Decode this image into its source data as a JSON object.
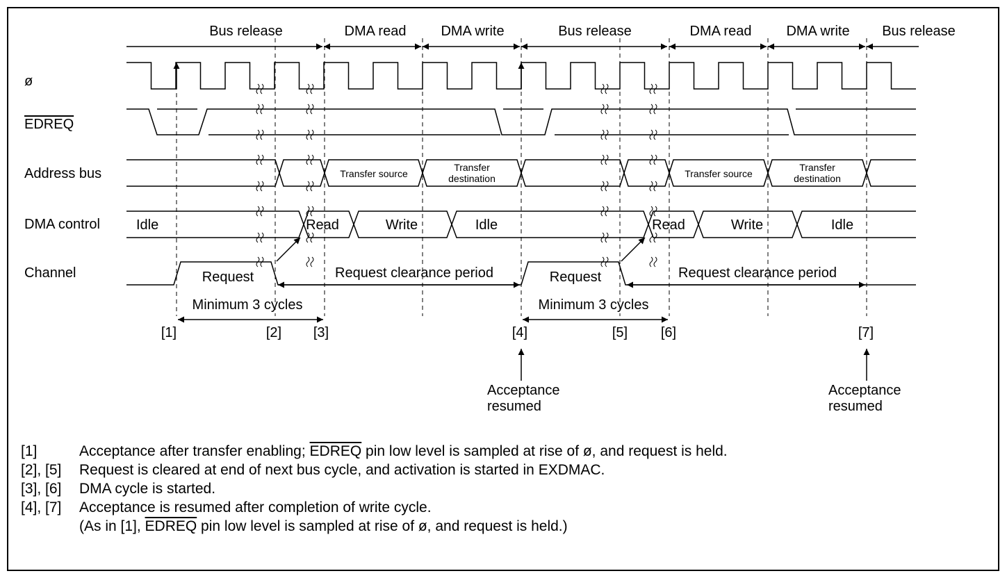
{
  "phases": [
    "Bus release",
    "DMA read",
    "DMA write",
    "Bus release",
    "DMA read",
    "DMA write",
    "Bus release"
  ],
  "signals": {
    "clock": "ø",
    "edreq": "EDREQ",
    "address_bus": "Address bus",
    "dma_control": "DMA control",
    "channel": "Channel"
  },
  "address_labels": [
    "Transfer source",
    "Transfer",
    "destination",
    "Transfer source",
    "Transfer",
    "destination"
  ],
  "control_states": [
    "Idle",
    "Read",
    "Write",
    "Idle",
    "Read",
    "Write",
    "Idle"
  ],
  "channel_labels": {
    "request": "Request",
    "clearance": "Request clearance period",
    "minimum": "Minimum 3 cycles"
  },
  "markers": [
    "[1]",
    "[2]",
    "[3]",
    "[4]",
    "[5]",
    "[6]",
    "[7]"
  ],
  "acceptance": {
    "line1": "Acceptance",
    "line2": "resumed"
  },
  "notes": [
    {
      "label": "[1]",
      "pre": "Acceptance after transfer enabling; ",
      "ov": "EDREQ",
      "post": " pin low level is sampled at rise of ø, and request is held."
    },
    {
      "label": "[2], [5]",
      "text": "Request is cleared at end of next bus cycle, and activation is started in EXDMAC."
    },
    {
      "label": "[3], [6]",
      "text": "DMA cycle is started."
    },
    {
      "label": "[4], [7]",
      "text": "Acceptance is resumed after completion of write cycle."
    },
    {
      "label": "",
      "pre": "(As in [1], ",
      "ov": "EDREQ",
      "post": " pin low level is sampled at rise of ø, and request is held.)"
    }
  ]
}
